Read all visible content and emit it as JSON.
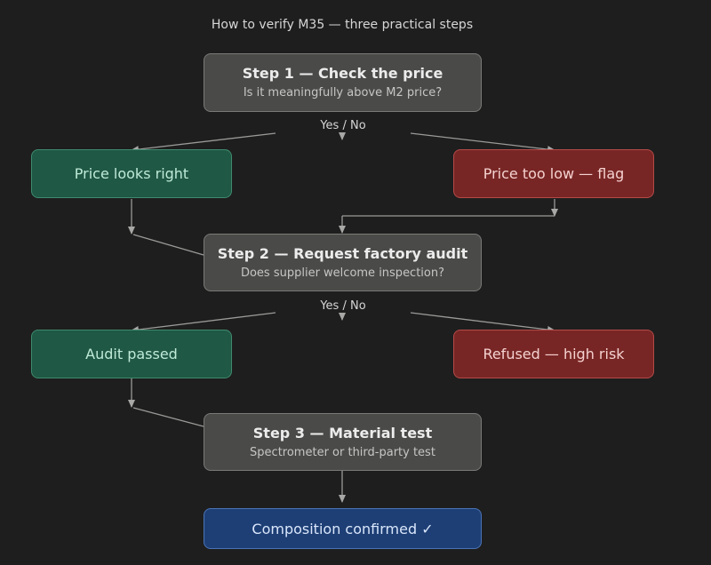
{
  "diagram": {
    "title": "How to verify M35 — three practical steps",
    "step1": {
      "title": "Step 1 — Check the price",
      "question": "Is it meaningfully above M2 price?"
    },
    "branch1": {
      "label": "Yes / No",
      "yes": "Price looks right",
      "no": "Price too low — flag"
    },
    "step2": {
      "title": "Step 2 — Request factory audit",
      "question": "Does supplier welcome inspection?"
    },
    "branch2": {
      "label": "Yes / No",
      "yes": "Audit passed",
      "no": "Refused — high risk"
    },
    "step3": {
      "title": "Step 3 — Material test",
      "question": "Spectrometer or third-party test"
    },
    "result": "Composition confirmed ✓"
  },
  "colors": {
    "background": "#1e1e1e",
    "step": "#4a4a48",
    "yes": "#1f5845",
    "no": "#782625",
    "result": "#1e3f75",
    "connector": "#9a9a98"
  }
}
